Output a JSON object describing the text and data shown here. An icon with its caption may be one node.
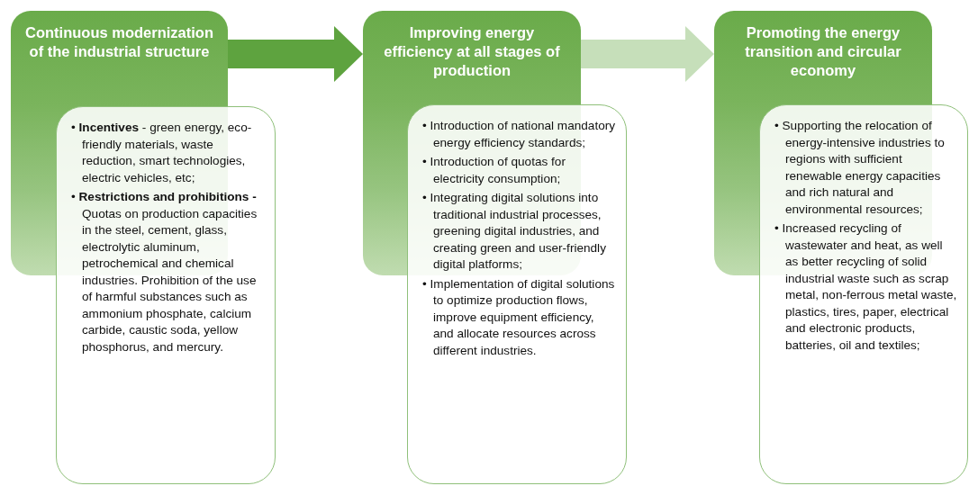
{
  "diagram": {
    "nodes": [
      {
        "text": [
          "Continuous modernization of the industrial structure"
        ]
      },
      {
        "text": [
          "• **Incentives** - green energy, eco-friendly materials, waste reduction, smart technologies, electric vehicles, etc;",
          "• **Restrictions and prohibitions -** Quotas on production capacities in the steel, cement, glass, electrolytic aluminum, petrochemical and chemical industries. Prohibition of the use of harmful substances such as ammonium phosphate, calcium carbide, caustic soda, yellow phosphorus, and mercury."
        ]
      },
      {
        "text": [
          "Improving energy efficiency at all stages of production"
        ]
      },
      {
        "text": [
          "• Introduction of national mandatory energy efficiency standards;",
          "• Introduction of quotas for electricity consumption;",
          "• Integrating digital solutions into traditional industrial processes, greening digital industries, and creating green and user-friendly digital platforms;",
          "• Implementation of digital solutions to optimize production flows, improve equipment efficiency, and allocate resources across different industries."
        ]
      },
      {
        "text": [
          "Promoting the energy transition and circular economy"
        ]
      },
      {
        "text": [
          "• Supporting the relocation of energy-intensive industries to regions with sufficient renewable energy capacities and rich natural and environmental resources;",
          "• Increased recycling of wastewater and heat, as well as better recycling of solid industrial waste such as scrap metal, non-ferrous metal waste, plastics, tires, paper, electrical and electronic products, batteries, oil and textiles;"
        ]
      }
    ],
    "edges": [
      {
        "from": 0,
        "to": 2,
        "arrow": "to",
        "color": "#5ea33f"
      },
      {
        "from": 2,
        "to": 4,
        "arrow": "to",
        "color": "#c6dfba"
      }
    ]
  }
}
